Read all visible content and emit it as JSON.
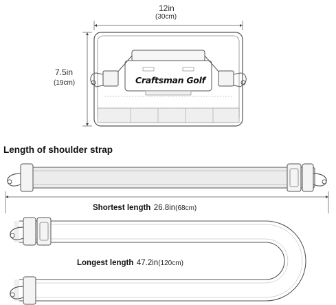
{
  "dimensions": {
    "width": {
      "main": "12in",
      "sub": "(30cm)"
    },
    "height": {
      "main": "7.5in",
      "sub": "(19cm)"
    }
  },
  "brand": {
    "name": "Craftsman Golf"
  },
  "section": {
    "title": "Length of shoulder strap"
  },
  "shortest": {
    "label": "Shortest length",
    "value": "26.8in",
    "unit": "(68cm)"
  },
  "longest": {
    "label": "Longest length",
    "value": "47.2in",
    "unit": "(120cm)"
  },
  "colors": {
    "line": "#555555",
    "fill": "#f2f2f2",
    "strap": "#e9e9e9"
  }
}
